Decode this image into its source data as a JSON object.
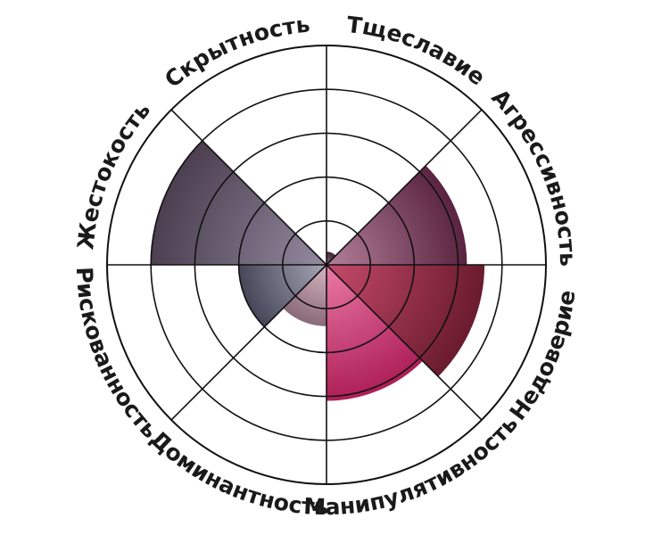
{
  "chart_data": {
    "type": "polar-area",
    "title": "",
    "categories": [
      "Тщеславие",
      "Агрессивность",
      "Недоверие",
      "Манипулятивность",
      "Доминантность",
      "Рискованность",
      "Жестокость",
      "Скрытность"
    ],
    "values": [
      0.3,
      3.2,
      3.6,
      3.1,
      1.4,
      2.0,
      4.0
    ],
    "rlim": [
      0,
      5
    ],
    "rings": 5,
    "grid": true,
    "legend": "none",
    "colors": {
      "grid": "#111111",
      "wedges": [
        {
          "light": "#8a6a7c",
          "dark": "#3d2434"
        },
        {
          "light": "#b3809a",
          "dark": "#5a2440"
        },
        {
          "light": "#c64a6c",
          "dark": "#6a1b2e"
        },
        {
          "light": "#ea7aa6",
          "dark": "#ad1f57"
        },
        {
          "light": "#d8b6c4",
          "dark": "#8a6a78"
        },
        {
          "light": "#a6a6b6",
          "dark": "#454658"
        },
        {
          "light": "#958aa0",
          "dark": "#4b3f50"
        }
      ]
    }
  }
}
